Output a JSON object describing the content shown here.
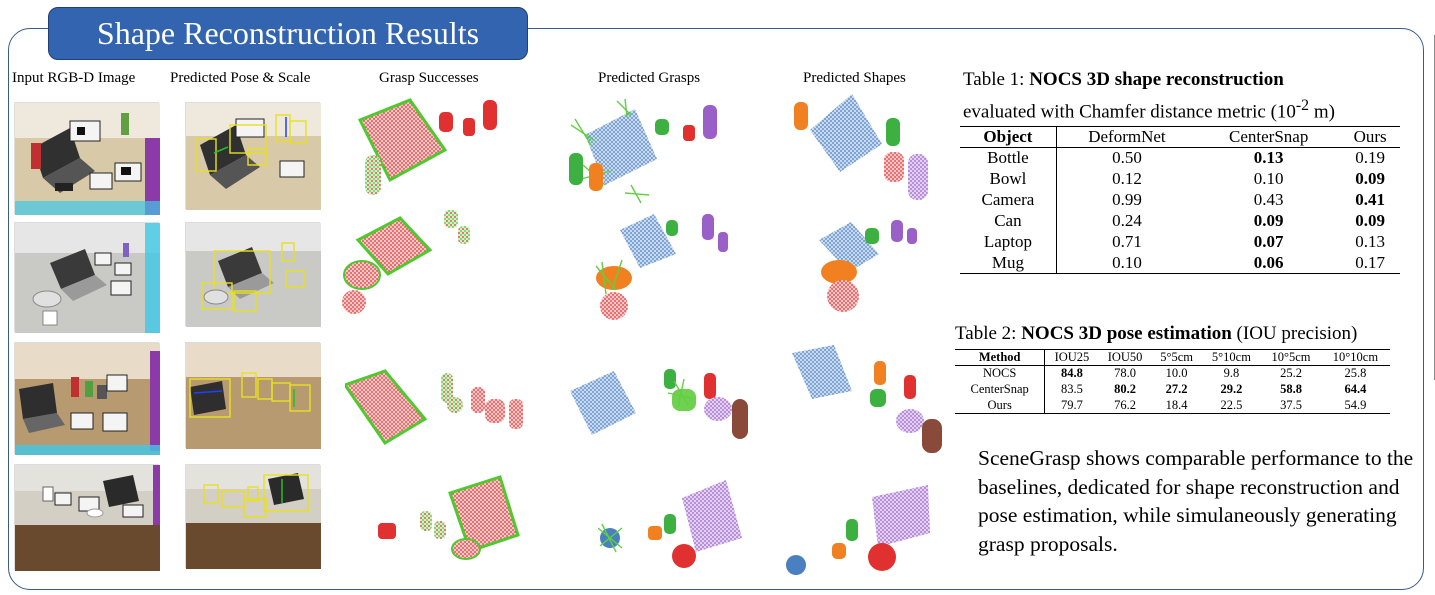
{
  "title": "Shape Reconstruction Results",
  "columns": [
    "Input RGB-D Image",
    "Predicted Pose & Scale",
    "Grasp Successes",
    "Predicted Grasps",
    "Predicted Shapes"
  ],
  "table1": {
    "caption_prefix": "Table 1: ",
    "caption_bold": "NOCS 3D shape reconstruction",
    "caption_line2_pre": "evaluated with Chamfer distance metric (10",
    "caption_sup": "-2",
    "caption_line2_post": " m)",
    "headers": [
      "Object",
      "DeformNet",
      "CenterSnap",
      "Ours"
    ],
    "rows": [
      [
        "Bottle",
        "0.50",
        "0.13",
        "0.19"
      ],
      [
        "Bowl",
        "0.12",
        "0.10",
        "0.09"
      ],
      [
        "Camera",
        "0.99",
        "0.43",
        "0.41"
      ],
      [
        "Can",
        "0.24",
        "0.09",
        "0.09"
      ],
      [
        "Laptop",
        "0.71",
        "0.07",
        "0.13"
      ],
      [
        "Mug",
        "0.10",
        "0.06",
        "0.17"
      ]
    ]
  },
  "table2": {
    "caption_prefix": "Table 2: ",
    "caption_bold": "NOCS 3D pose estimation",
    "caption_suffix": " (IOU precision)",
    "headers": [
      "Method",
      "IOU25",
      "IOU50",
      "5°5cm",
      "5°10cm",
      "10°5cm",
      "10°10cm"
    ],
    "rows": [
      [
        "NOCS",
        "84.8",
        "78.0",
        "10.0",
        "9.8",
        "25.2",
        "25.8"
      ],
      [
        "CenterSnap",
        "83.5",
        "80.2",
        "27.2",
        "29.2",
        "58.8",
        "64.4"
      ],
      [
        "Ours",
        "79.7",
        "76.2",
        "18.4",
        "22.5",
        "37.5",
        "54.9"
      ]
    ]
  },
  "summary": "SceneGrasp shows comparable performance to the baselines, dedicated for shape reconstruction and pose estimation, while simulaneously generating grasp proposals.",
  "colors": {
    "accent": "#3264b0",
    "success_red": "#e03030",
    "success_green": "#50c830",
    "shape_blue": "#4a7fc0",
    "shape_purple": "#9a60c8",
    "shape_orange": "#f08020"
  }
}
